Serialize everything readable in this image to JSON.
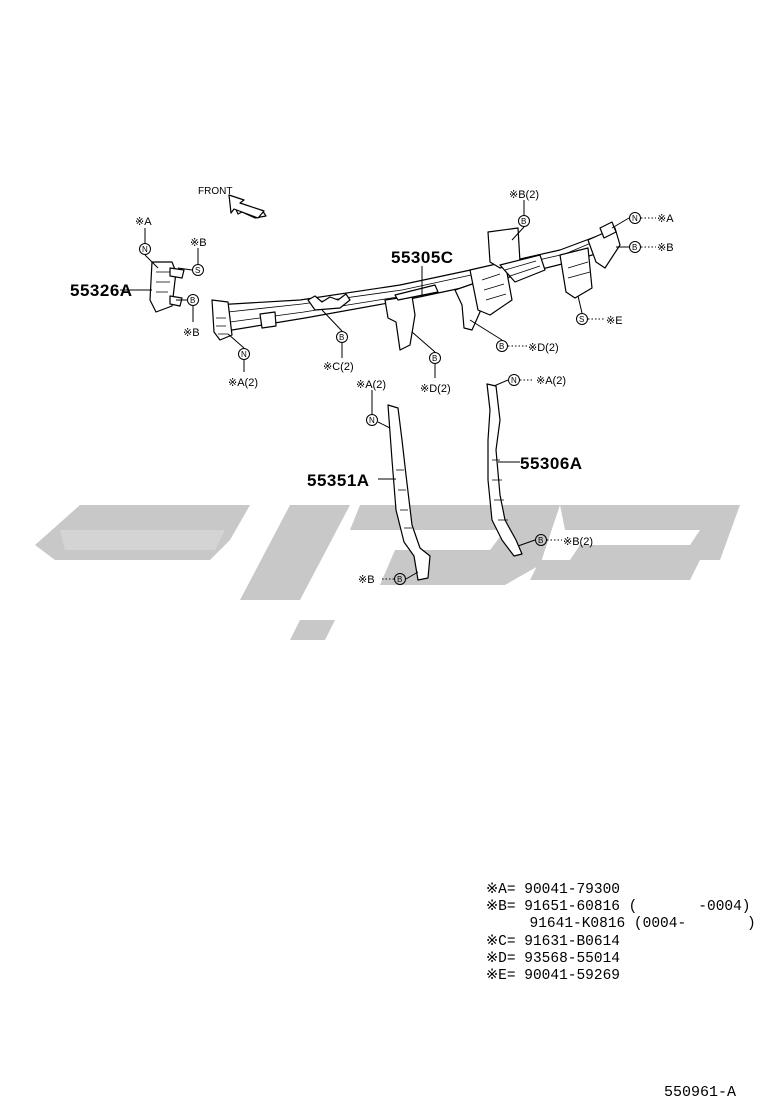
{
  "direction_label": "FRONT",
  "part_numbers": {
    "main_beam": "55305C",
    "left_bracket": "55326A",
    "brace_left": "55351A",
    "brace_right": "55306A"
  },
  "fastener_letters": {
    "nut": "N",
    "bolt": "B",
    "screw": "S"
  },
  "callouts": {
    "a1": "※A",
    "b1": "※B",
    "b2": "※B",
    "a2": "※A(2)",
    "c2": "※C(2)",
    "d2a": "※D(2)",
    "d2b": "※D(2)",
    "b2top": "※B(2)",
    "a_right": "※A",
    "b_right": "※B",
    "e_right": "※E",
    "a2_brace_left": "※A(2)",
    "a2_brace_right": "※A(2)",
    "b_brace_left": "※B",
    "b2_brace_right": "※B(2)"
  },
  "legend": [
    {
      "key": "※A=",
      "value": "90041-79300",
      "extra": ""
    },
    {
      "key": "※B=",
      "value": "91651-60816",
      "extra": "(       -0004)"
    },
    {
      "key": "",
      "value": "91641-K0816",
      "extra": "(0004-       )"
    },
    {
      "key": "※C=",
      "value": "91631-B0614",
      "extra": ""
    },
    {
      "key": "※D=",
      "value": "93568-55014",
      "extra": ""
    },
    {
      "key": "※E=",
      "value": "90041-59269",
      "extra": ""
    }
  ],
  "diagram_code": "550961-A",
  "colors": {
    "line": "#000000",
    "watermark": "#c8c8c8",
    "background": "#ffffff"
  }
}
